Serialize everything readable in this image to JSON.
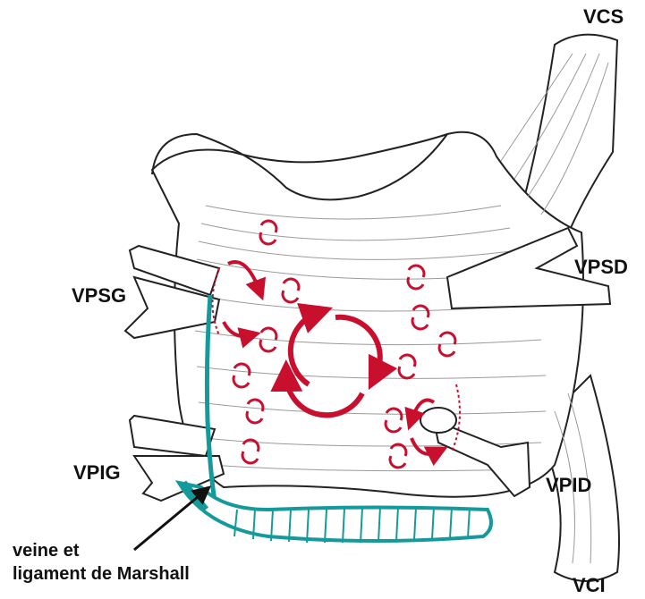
{
  "labels": {
    "vcs": "VCS",
    "vpsd": "VPSD",
    "vpsg": "VPSG",
    "vpig": "VPIG",
    "vpid": "VPID",
    "vci": "VCI",
    "marshall_line1": "veine et",
    "marshall_line2": "ligament de Marshall"
  },
  "colors": {
    "outline": "#222222",
    "fiber": "#9a9a9a",
    "rotor": "#c8102e",
    "marshall": "#159a9c"
  }
}
